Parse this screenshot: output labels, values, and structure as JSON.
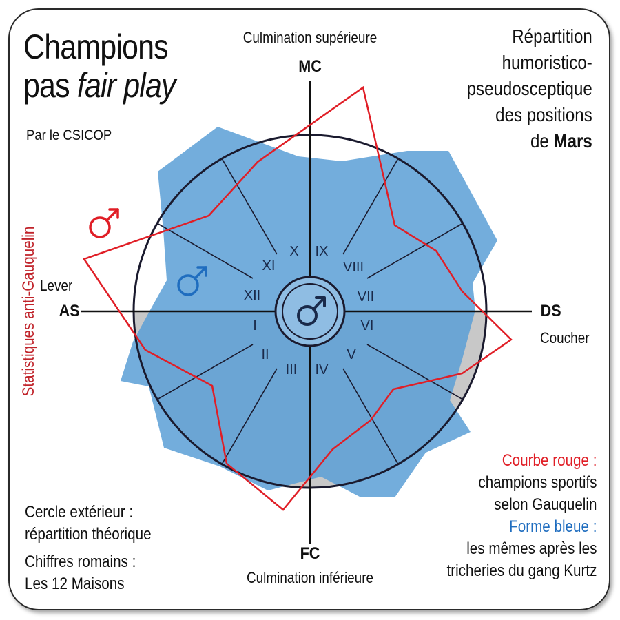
{
  "title": {
    "line1": "Champions",
    "line2_prefix": "pas",
    "line2_italic": "fair play"
  },
  "subtitle": "Par le CSICOP",
  "top_right": {
    "line1": "Répartition",
    "line2": "humoristico-",
    "line3": "pseudosceptique",
    "line4": "des positions",
    "line5_prefix": "de",
    "line5_bold": "Mars"
  },
  "vertical_label": "Statistiques anti-Gauquelin",
  "axes": {
    "top_caption": "Culmination supérieure",
    "top_label": "MC",
    "left_caption": "Lever",
    "left_label": "AS",
    "right_label": "DS",
    "right_caption": "Coucher",
    "bottom_label": "FC",
    "bottom_caption": "Culmination inférieure"
  },
  "houses": [
    "I",
    "II",
    "III",
    "IV",
    "V",
    "VI",
    "VII",
    "VIII",
    "IX",
    "X",
    "XI",
    "XII"
  ],
  "legend_right": {
    "red_title": "Courbe rouge :",
    "red_line1": "champions sportifs",
    "red_line2": "selon Gauquelin",
    "blue_title": "Forme bleue :",
    "blue_line1": "les mêmes après les",
    "blue_line2": "tricheries du gang Kurtz"
  },
  "legend_left": {
    "line1": "Cercle extérieur :",
    "line2": "répartition théorique",
    "line3": "Chiffres romains :",
    "line4": "Les 12 Maisons"
  },
  "symbol": "♂",
  "colors": {
    "red": "#e01e26",
    "blue_fill": "#5b9fd6",
    "outline": "#1a1a2e",
    "gray": "#c8c8c8",
    "blue_text": "#1f6dbf",
    "dark_navy": "#1a2a4a"
  }
}
